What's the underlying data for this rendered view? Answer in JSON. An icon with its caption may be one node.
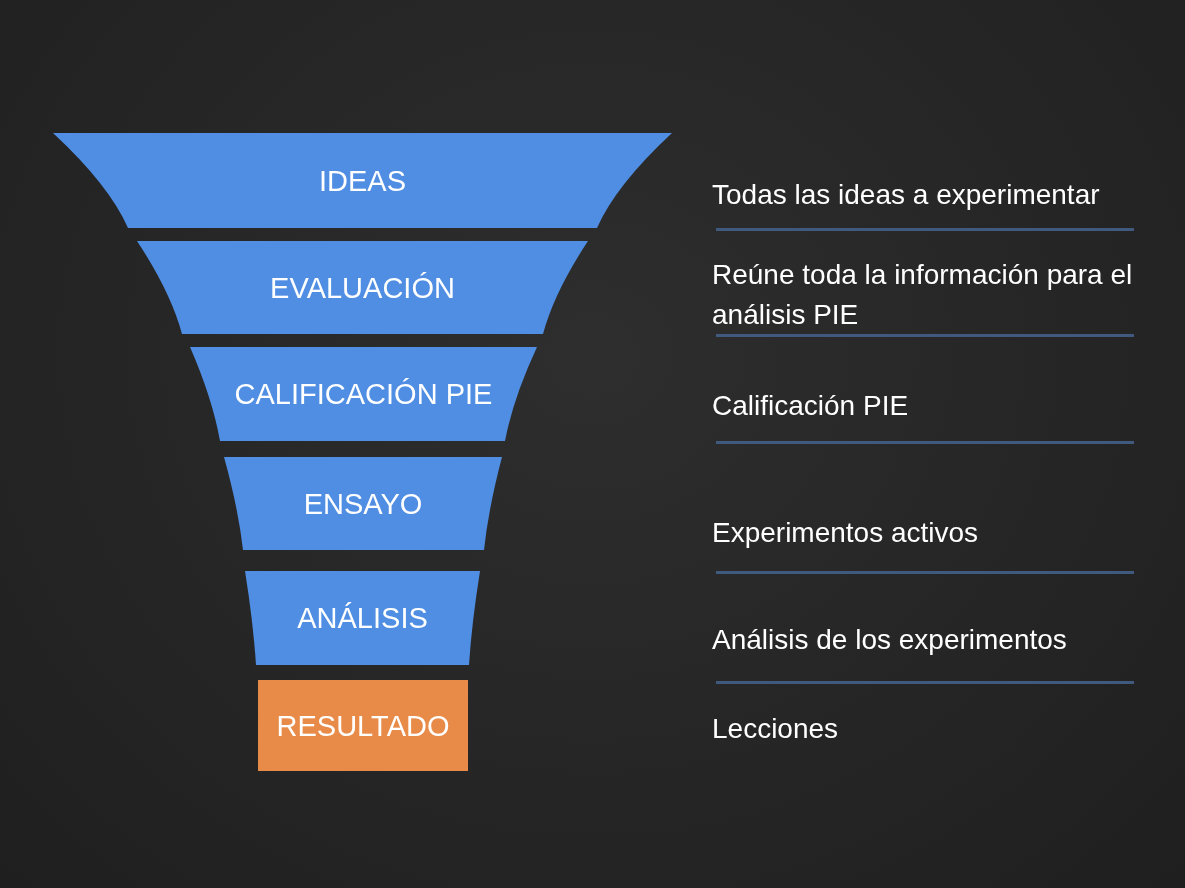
{
  "diagram": {
    "nodes": [
      {
        "text": [
          "IDEAS"
        ]
      },
      {
        "text": [
          "EVALUACIÓN"
        ]
      },
      {
        "text": [
          "CALIFICACIÓN PIE"
        ]
      },
      {
        "text": [
          "ENSAYO"
        ]
      },
      {
        "text": [
          "ANÁLISIS"
        ]
      },
      {
        "text": [
          "RESULTADO"
        ]
      }
    ],
    "edges": [],
    "labels": [
      "Todas las ideas a experimentar",
      "Reúne toda la información para el análisis PIE",
      "Calificación PIE",
      "Experimentos activos",
      "Análisis de los experimentos",
      "Lecciones"
    ]
  }
}
